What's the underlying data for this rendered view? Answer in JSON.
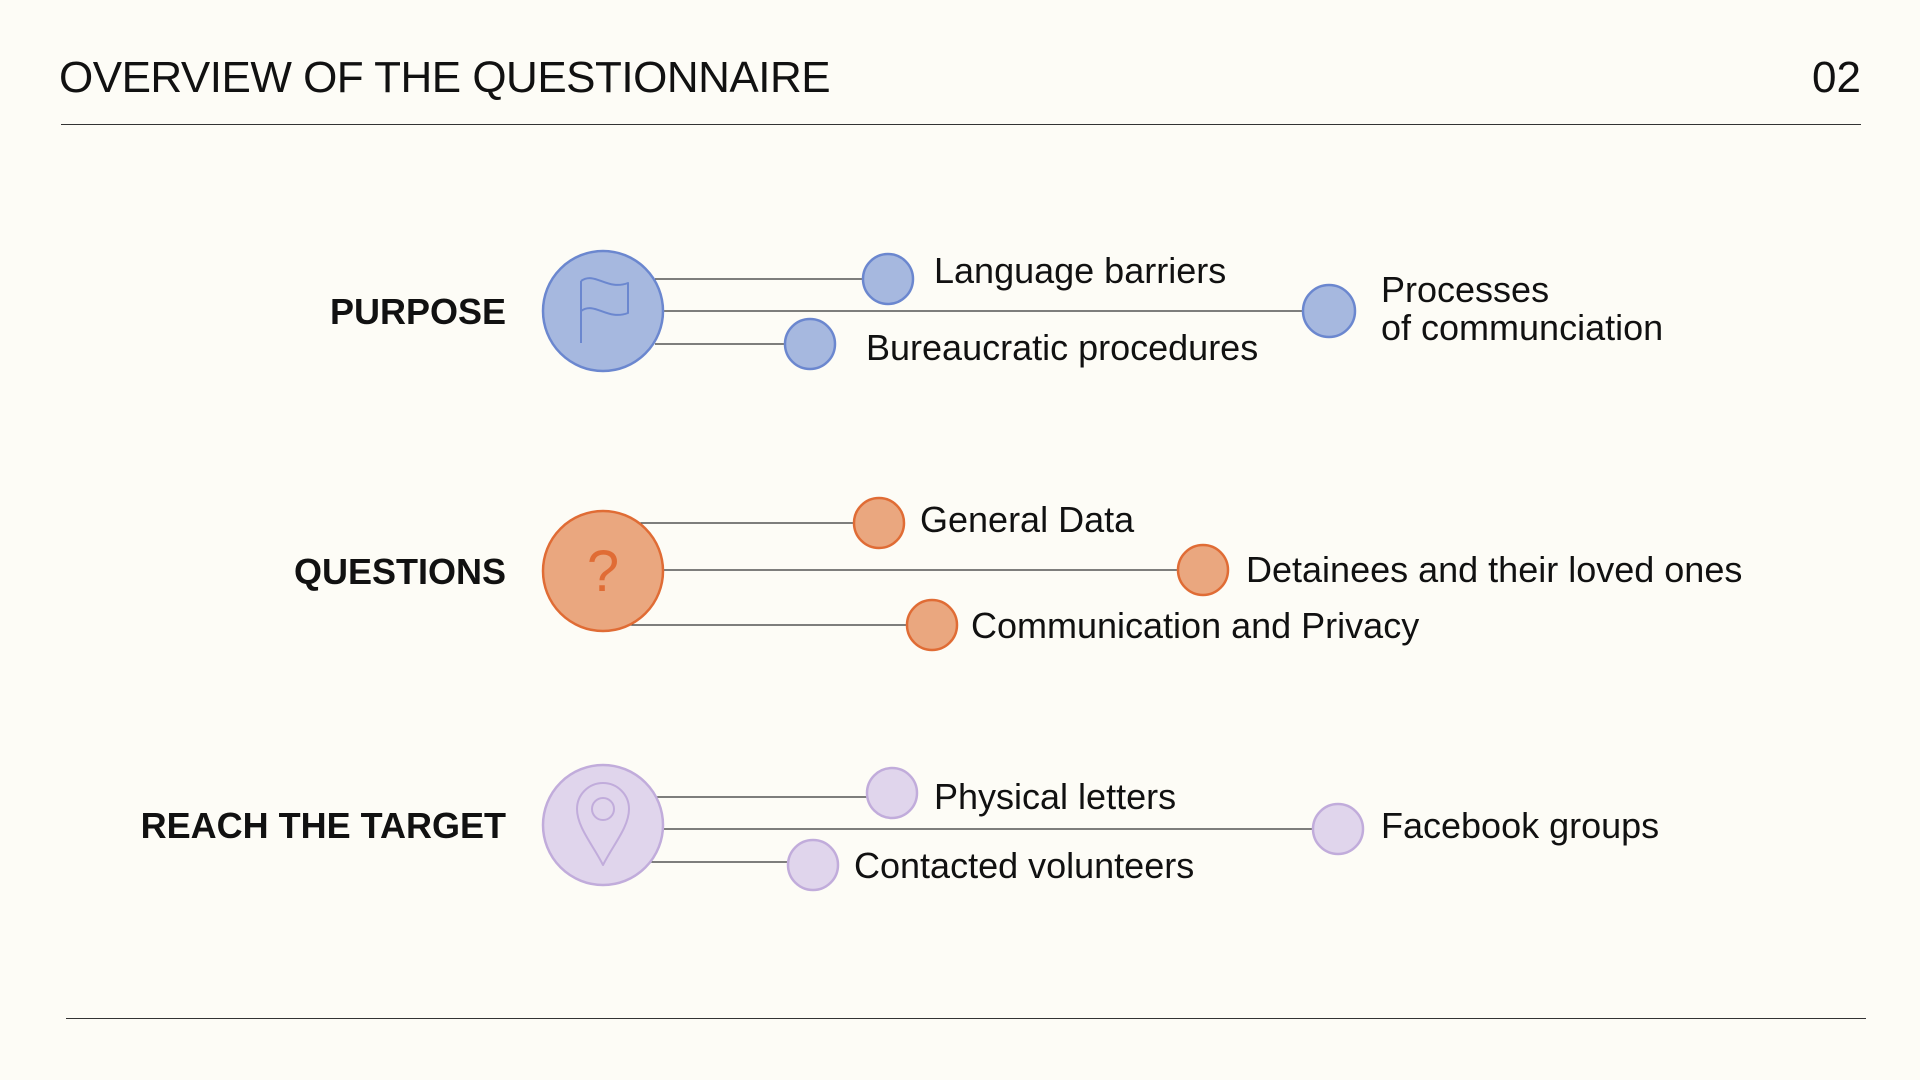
{
  "header": {
    "title": "OVERVIEW OF THE QUESTIONNAIRE",
    "page_number": "02"
  },
  "rows": [
    {
      "label": "PURPOSE",
      "icon": "flag-icon",
      "fill": "#a6b8df",
      "stroke": "#6b87cf",
      "items": [
        {
          "lines": [
            "Language barriers"
          ]
        },
        {
          "lines": [
            "Processes",
            "of communciation"
          ]
        },
        {
          "lines": [
            "Bureaucratic procedures"
          ]
        }
      ]
    },
    {
      "label": "QUESTIONS",
      "icon": "question-mark-icon",
      "fill": "#eaa77f",
      "stroke": "#e06c35",
      "items": [
        {
          "lines": [
            "General Data"
          ]
        },
        {
          "lines": [
            "Detainees and their loved ones"
          ]
        },
        {
          "lines": [
            "Communication and Privacy"
          ]
        }
      ]
    },
    {
      "label": "REACH THE TARGET",
      "icon": "location-pin-icon",
      "fill": "#e0d5ec",
      "stroke": "#c1acdb",
      "items": [
        {
          "lines": [
            "Physical letters"
          ]
        },
        {
          "lines": [
            "Facebook groups"
          ]
        },
        {
          "lines": [
            "Contacted volunteers"
          ]
        }
      ]
    }
  ]
}
